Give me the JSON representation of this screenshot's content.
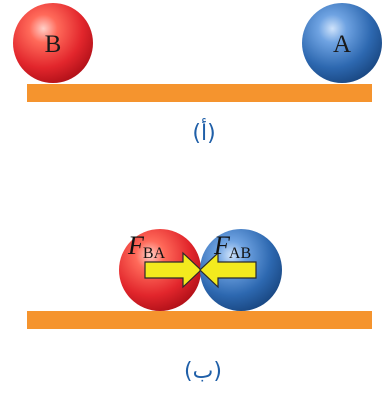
{
  "panel_a": {
    "ball_left_label": "B",
    "ball_right_label": "A",
    "caption": "(أ)"
  },
  "panel_b": {
    "force_left": {
      "symbol": "F",
      "subscript": "BA"
    },
    "force_right": {
      "symbol": "F",
      "subscript": "AB"
    },
    "caption": "(ب)"
  },
  "colors": {
    "surface": "#f5942e",
    "red_ball": "#e8343a",
    "blue_ball": "#2f6fb6",
    "arrow_fill": "#f3ea1e",
    "caption_text": "#1f5fa8"
  }
}
